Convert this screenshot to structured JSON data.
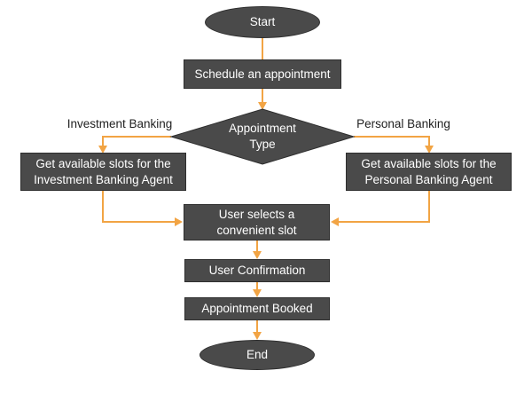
{
  "diagram": {
    "nodes": {
      "start": {
        "label": "Start"
      },
      "schedule": {
        "label": "Schedule an appointment"
      },
      "appointment_type": {
        "line1": "Appointment",
        "line2": "Type"
      },
      "investment_slots": {
        "line1": "Get available slots for the",
        "line2": "Investment Banking Agent"
      },
      "personal_slots": {
        "line1": "Get available slots for the",
        "line2": "Personal Banking Agent"
      },
      "select_slot": {
        "line1": "User selects a",
        "line2": "convenient slot"
      },
      "confirmation": {
        "label": "User Confirmation"
      },
      "booked": {
        "label": "Appointment Booked"
      },
      "end": {
        "label": "End"
      }
    },
    "edge_labels": {
      "investment": "Investment Banking",
      "personal": "Personal Banking"
    },
    "colors": {
      "node_fill": "#4a4a4a",
      "node_border": "#2e2e2e",
      "node_text": "#ffffff",
      "arrow": "#f2a444",
      "edge_label": "#222222",
      "background": "#ffffff"
    }
  }
}
